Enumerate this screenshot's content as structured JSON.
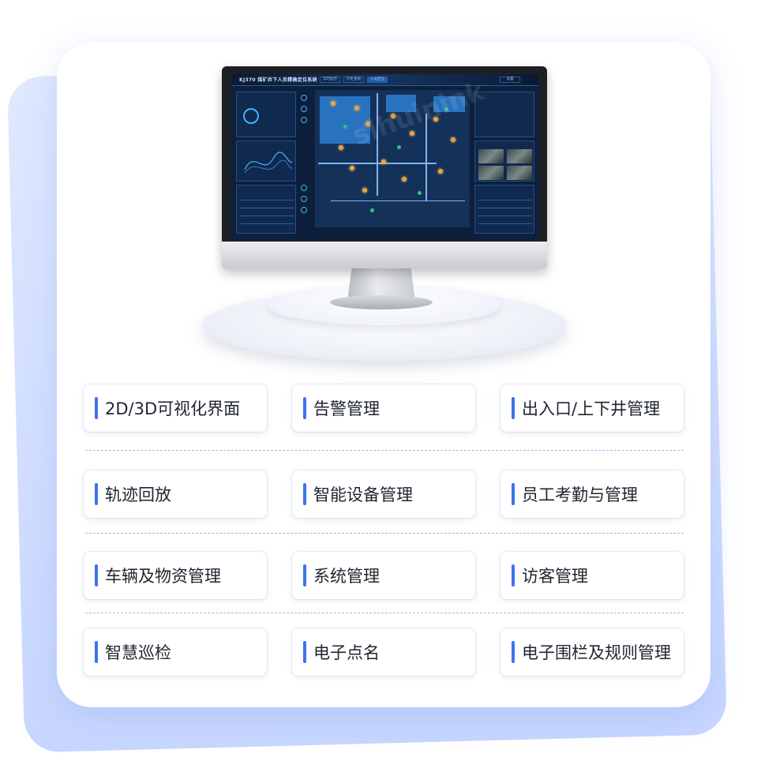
{
  "screen": {
    "title": "KJ370 煤矿井下人员精确定位系统",
    "tabs": [
      "实时监控",
      "历史查询",
      "人员定位",
      "设置"
    ],
    "watermark": "sihuinink"
  },
  "features": [
    {
      "label": "2D/3D可视化界面"
    },
    {
      "label": "告警管理"
    },
    {
      "label": "出入口/上下井管理"
    },
    {
      "label": "轨迹回放"
    },
    {
      "label": "智能设备管理"
    },
    {
      "label": "员工考勤与管理"
    },
    {
      "label": "车辆及物资管理"
    },
    {
      "label": "系统管理"
    },
    {
      "label": "访客管理"
    },
    {
      "label": "智慧巡检"
    },
    {
      "label": "电子点名"
    },
    {
      "label": "电子围栏及规则管理"
    }
  ],
  "colors": {
    "accent": "#3d73ee",
    "divider": "#9fb6ec",
    "back_card": "#c7d6ff",
    "text": "#1f2430"
  }
}
